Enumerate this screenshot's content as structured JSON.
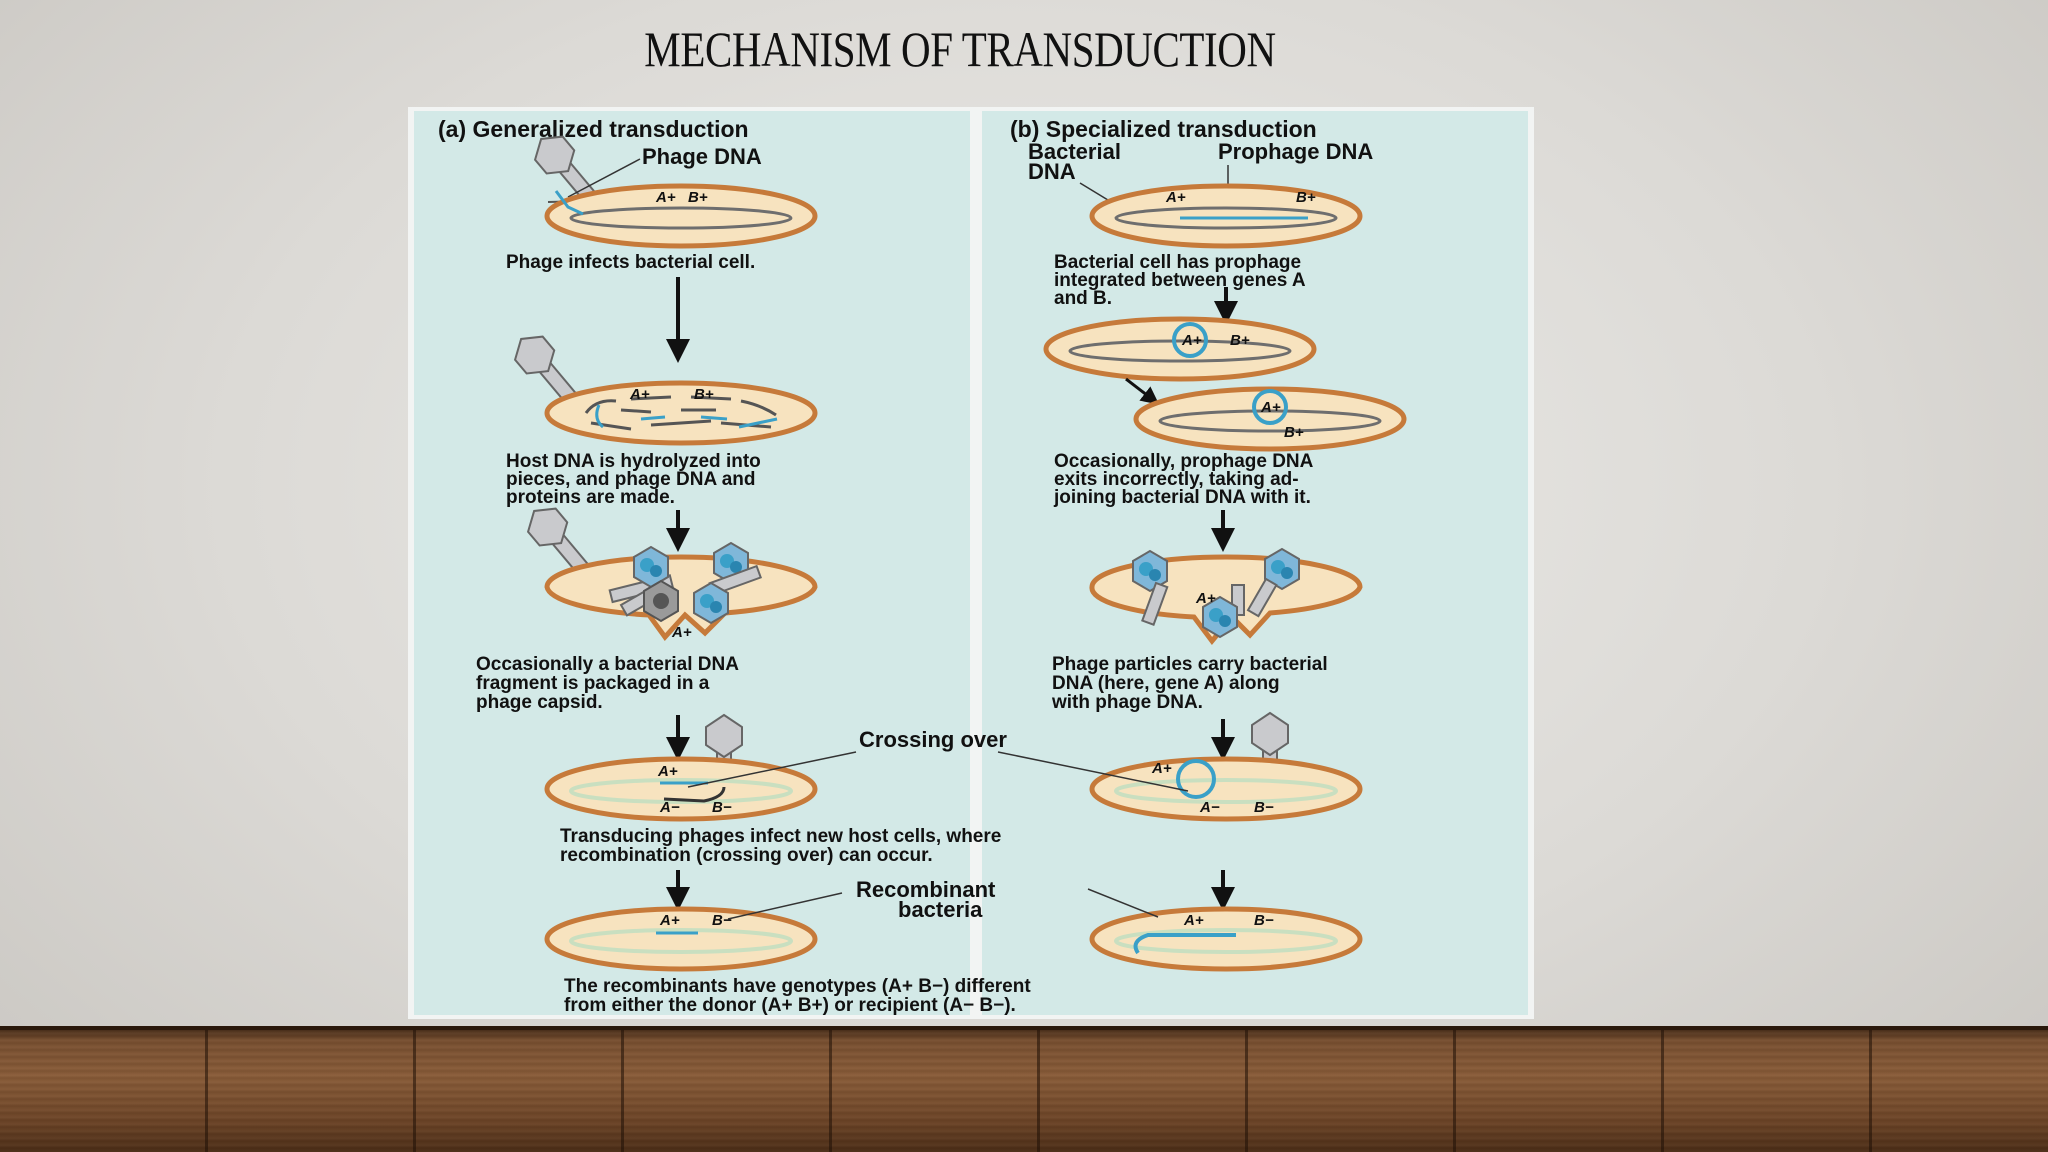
{
  "slide": {
    "title": "MECHANISM OF TRANSDUCTION"
  },
  "figure": {
    "panel_a": {
      "heading": "(a) Generalized transduction",
      "phage_dna_label": "Phage DNA",
      "step1_genes": [
        "A+",
        "B+"
      ],
      "step1_caption": "Phage infects bacterial cell.",
      "step2_genes": [
        "A+",
        "B+"
      ],
      "step2_caption": [
        "Host DNA is hydrolyzed into",
        "pieces, and phage DNA and",
        "proteins are made."
      ],
      "step3_gene": "A+",
      "step3_caption": [
        "Occasionally a bacterial DNA",
        "fragment is packaged in a",
        "phage capsid."
      ],
      "step4_genes": [
        "A+",
        "A−",
        "B−"
      ],
      "step5_genes": [
        "A+",
        "B−"
      ]
    },
    "panel_b": {
      "heading": "(b) Specialized transduction",
      "bacterial_dna_label": [
        "Bacterial",
        "DNA"
      ],
      "prophage_dna_label": "Prophage DNA",
      "step1_genes": [
        "A+",
        "B+"
      ],
      "step1_caption": [
        "Bacterial cell has prophage",
        "integrated between genes A",
        "and B."
      ],
      "step2_genes": [
        "A+",
        "B+",
        "A+",
        "B+"
      ],
      "step2_caption": [
        "Occasionally, prophage DNA",
        "exits incorrectly, taking ad-",
        "joining bacterial DNA with it."
      ],
      "step3_gene": "A+",
      "step3_caption": [
        "Phage particles carry bacterial",
        "DNA (here, gene A) along",
        "with phage DNA."
      ],
      "step4_genes": [
        "A+",
        "A−",
        "B−"
      ],
      "step5_genes": [
        "A+",
        "B−"
      ]
    },
    "shared": {
      "crossing_over_label": "Crossing over",
      "step4_caption": [
        "Transducing phages infect new host cells, where",
        "recombination (crossing over) can occur."
      ],
      "recombinant_label": [
        "Recombinant",
        "bacteria"
      ],
      "final_caption": [
        "The recombinants have genotypes (A+ B−) different",
        "from either the donor (A+ B+) or recipient (A− B−)."
      ]
    },
    "colors": {
      "panel_bg": "#d3e9e7",
      "cell_fill": "#f7e3bf",
      "cell_outline": "#c67a3a",
      "dna_blue": "#3aa0c8",
      "host_dna_green": "#c9dfc0",
      "phage_gray": "#c9cacd"
    }
  }
}
